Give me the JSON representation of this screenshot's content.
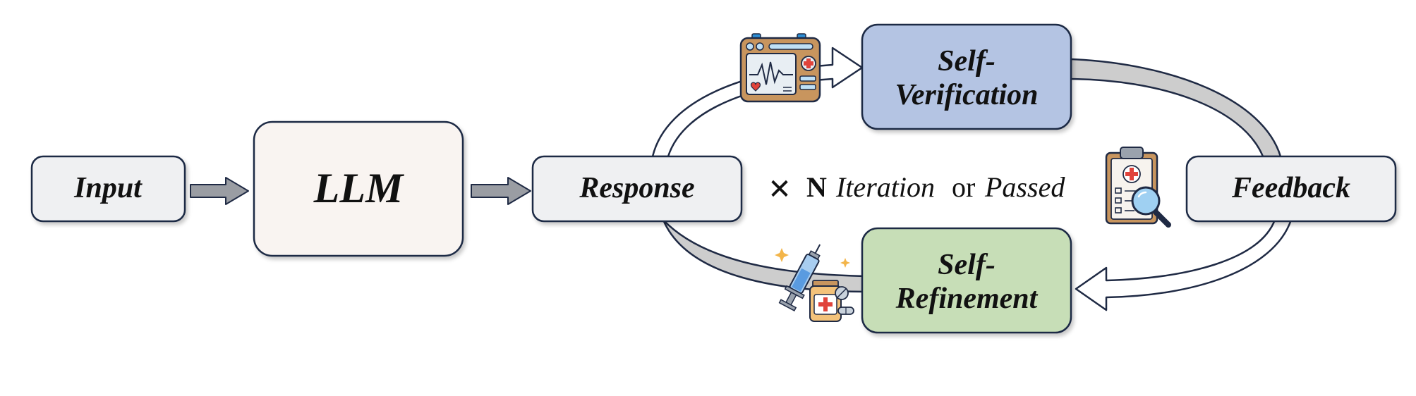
{
  "nodes": {
    "input": "Input",
    "llm": "LLM",
    "response": "Response",
    "verification": {
      "line1": "Self-",
      "line2": "Verification"
    },
    "refinement": {
      "line1": "Self-",
      "line2": "Refinement"
    },
    "feedback": "Feedback"
  },
  "loop_label": {
    "symbol": "✕",
    "n": "N",
    "iteration": "Iteration",
    "or": "or",
    "passed": "Passed"
  },
  "icons": {
    "verification": "medical-monitor-icon",
    "feedback": "clipboard-magnifier-icon",
    "refinement": "syringe-medicine-icon"
  },
  "colors": {
    "box_gray": "#eff0f2",
    "llm_fill": "#f9f4f1",
    "verification_fill": "#b4c4e3",
    "refinement_fill": "#c7deb7",
    "border": "#1f2a44",
    "arrow_fill": "#9a9da3",
    "loop_band": "#cdcdcd"
  }
}
